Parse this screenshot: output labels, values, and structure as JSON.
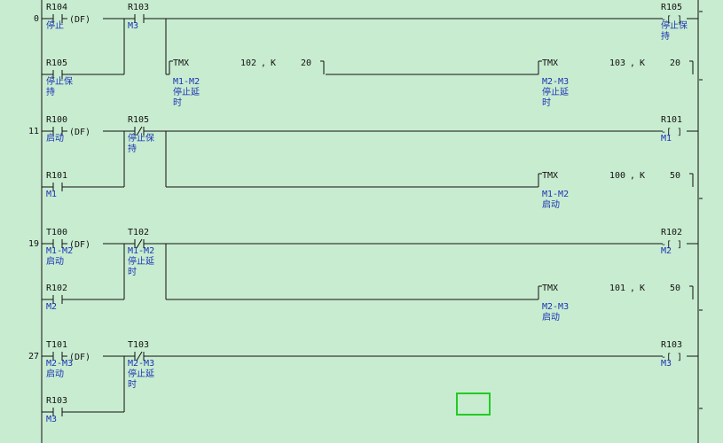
{
  "diagram": {
    "rungs": [
      {
        "step": "0",
        "rows": [
          {
            "contacts": [
              {
                "addr": "R104",
                "cmt": [
                  "停止"
                ],
                "type": "NO",
                "df": "(DF)"
              },
              {
                "addr": "R103",
                "cmt": [
                  "M3"
                ],
                "type": "NO"
              }
            ],
            "coil": {
              "addr": "R105",
              "cmt": [
                "停止保",
                "持"
              ]
            }
          },
          {
            "contacts": [
              {
                "addr": "R105",
                "cmt": [
                  "停止保",
                  "持"
                ],
                "type": "NO"
              }
            ],
            "timers": [
              {
                "op": "TMX",
                "no": "102",
                "sep": ",",
                "k": "K",
                "val": "20",
                "cmt": [
                  "M1-M2",
                  "停止延",
                  "时"
                ]
              },
              {
                "op": "TMX",
                "no": "103",
                "sep": ",",
                "k": "K",
                "val": "20",
                "cmt": [
                  "M2-M3",
                  "停止延",
                  "时"
                ]
              }
            ]
          }
        ]
      },
      {
        "step": "11",
        "rows": [
          {
            "contacts": [
              {
                "addr": "R100",
                "cmt": [
                  "启动"
                ],
                "type": "NO",
                "df": "(DF)"
              },
              {
                "addr": "R105",
                "cmt": [
                  "停止保",
                  "持"
                ],
                "type": "NC"
              }
            ],
            "coil": {
              "addr": "R101",
              "cmt": [
                "M1"
              ]
            }
          },
          {
            "contacts": [
              {
                "addr": "R101",
                "cmt": [
                  "M1"
                ],
                "type": "NO"
              }
            ],
            "timers": [
              {
                "op": "TMX",
                "no": "100",
                "sep": ",",
                "k": "K",
                "val": "50",
                "cmt": [
                  "M1-M2",
                  "启动"
                ]
              }
            ]
          }
        ]
      },
      {
        "step": "19",
        "rows": [
          {
            "contacts": [
              {
                "addr": "T100",
                "cmt": [
                  "M1-M2",
                  "启动"
                ],
                "type": "NO",
                "df": "(DF)"
              },
              {
                "addr": "T102",
                "cmt": [
                  "M1-M2",
                  "停止延",
                  "时"
                ],
                "type": "NC"
              }
            ],
            "coil": {
              "addr": "R102",
              "cmt": [
                "M2"
              ]
            }
          },
          {
            "contacts": [
              {
                "addr": "R102",
                "cmt": [
                  "M2"
                ],
                "type": "NO"
              }
            ],
            "timers": [
              {
                "op": "TMX",
                "no": "101",
                "sep": ",",
                "k": "K",
                "val": "50",
                "cmt": [
                  "M2-M3",
                  "启动"
                ]
              }
            ]
          }
        ]
      },
      {
        "step": "27",
        "rows": [
          {
            "contacts": [
              {
                "addr": "T101",
                "cmt": [
                  "M2-M3",
                  "启动"
                ],
                "type": "NO",
                "df": "(DF)"
              },
              {
                "addr": "T103",
                "cmt": [
                  "M2-M3",
                  "停止延",
                  "时"
                ],
                "type": "NC"
              }
            ],
            "coil": {
              "addr": "R103",
              "cmt": [
                "M3"
              ]
            }
          },
          {
            "contacts": [
              {
                "addr": "R103",
                "cmt": [
                  "M3"
                ],
                "type": "NO"
              }
            ]
          }
        ]
      }
    ],
    "colors": {
      "background": "#c8ecd0",
      "wire": "#111111",
      "comment": "#1b33b5",
      "cursor": "#22cc22"
    }
  }
}
